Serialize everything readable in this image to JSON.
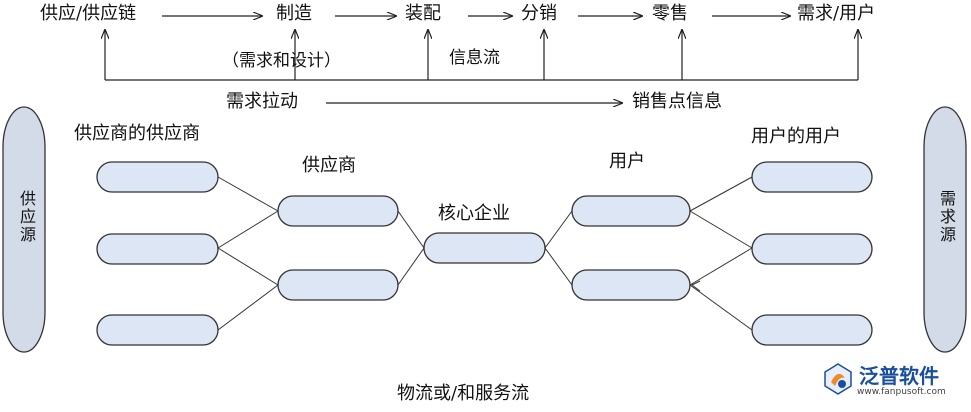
{
  "top_flow": {
    "steps": [
      "供应/供应链",
      "制造",
      "装配",
      "分销",
      "零售",
      "需求/用户"
    ],
    "requirements_label": "（需求和设计）",
    "info_flow_label": "信息流",
    "demand_pull_label": "需求拉动",
    "pos_info_label": "销售点信息"
  },
  "network": {
    "supplier_of_supplier_label": "供应商的供应商",
    "supplier_label": "供应商",
    "core_enterprise_label": "核心企业",
    "customer_label": "用户",
    "customer_of_customer_label": "用户的用户",
    "supply_source_label": "供应源",
    "demand_source_label": "需求源",
    "bottom_label": "物流或/和服务流"
  },
  "logo": {
    "name": "泛普软件",
    "url": "www.fanpusoft.com"
  },
  "colors": {
    "node_fill": "#dde6f5",
    "node_stroke": "#333333",
    "source_fill": "#d3dbe8",
    "line": "#333333",
    "logo_blue": "#1a4f9c"
  }
}
